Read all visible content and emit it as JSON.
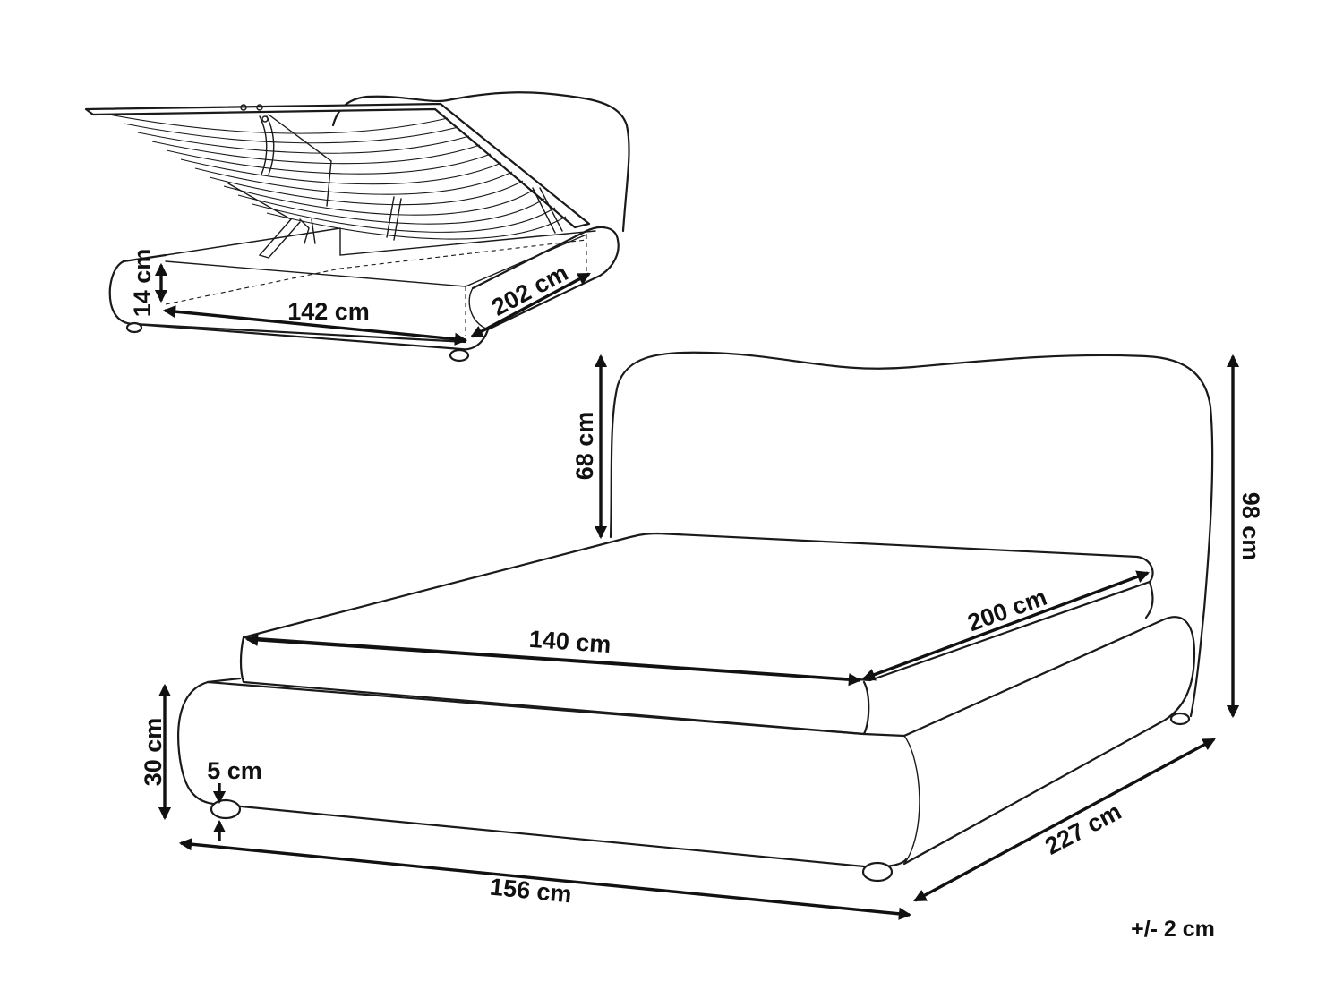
{
  "dimensions": {
    "top_base_height": "14 cm",
    "top_base_width": "142 cm",
    "top_base_length": "202 cm",
    "headboard_height": "68 cm",
    "total_height": "98 cm",
    "mattress_width": "140 cm",
    "mattress_length": "200 cm",
    "frame_height": "30 cm",
    "feet_height": "5 cm",
    "total_width": "156 cm",
    "total_length": "227 cm"
  },
  "tolerance": "+/- 2 cm",
  "colors": {
    "line": "#1a1a1a",
    "background": "#ffffff"
  }
}
